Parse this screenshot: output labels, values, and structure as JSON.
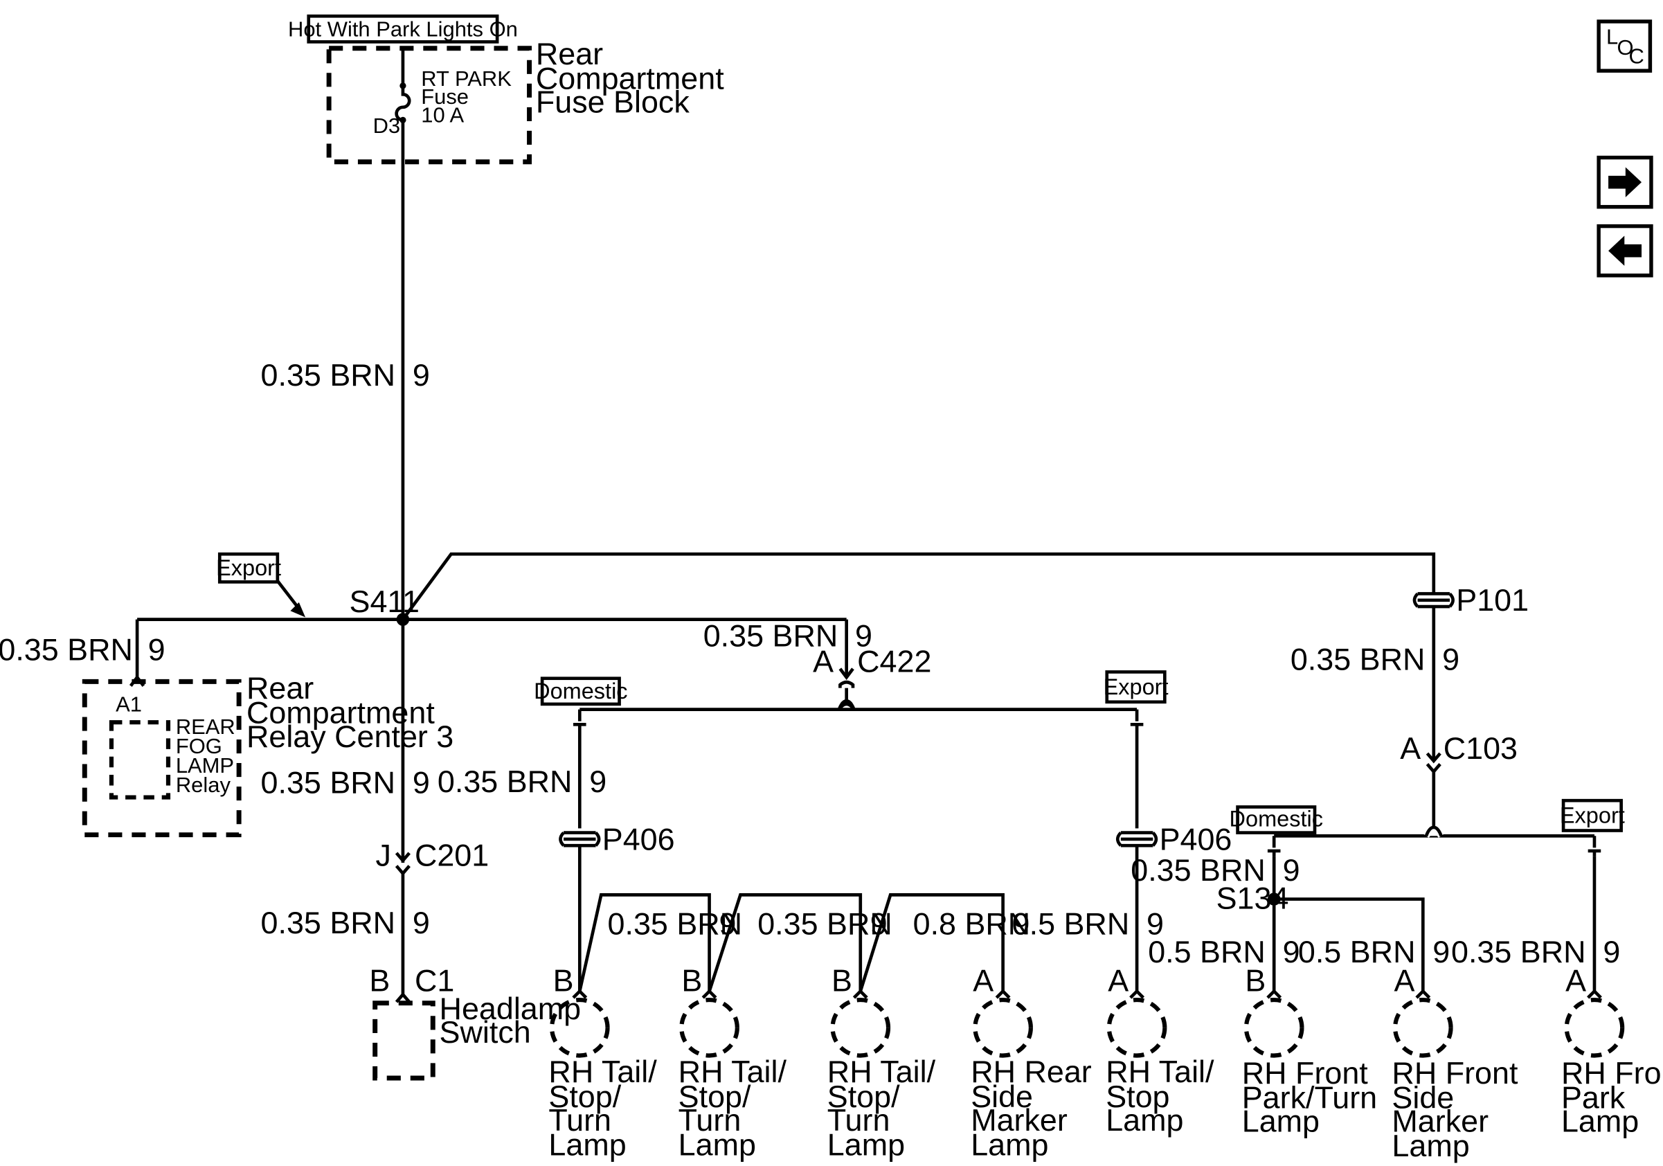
{
  "header": {
    "hot_tag": "Hot With Park Lights On",
    "fuse_block": [
      "Rear",
      "Compartment",
      "Fuse Block"
    ],
    "fuse": [
      "RT PARK",
      "Fuse",
      "10 A"
    ],
    "fuse_pin": "D3"
  },
  "nav": {
    "loc": [
      "L",
      "O",
      "C"
    ]
  },
  "tags": {
    "export": "Export",
    "domestic": "Domestic"
  },
  "wires": {
    "w035": "0.35 BRN",
    "w05": "0.5 BRN",
    "w08": "0.8 BRN",
    "circuit": "9"
  },
  "splices": {
    "s411": "S411",
    "s134": "S134"
  },
  "connectors": {
    "c422": "C422",
    "c201": "C201",
    "c1": "C1",
    "c103": "C103",
    "p101": "P101",
    "p406": "P406",
    "pin_a": "A",
    "pin_b": "B",
    "pin_j": "J",
    "pin_a1": "A1"
  },
  "relay_center": [
    "Rear",
    "Compartment",
    "Relay Center 3"
  ],
  "relay": [
    "REAR",
    "FOG",
    "LAMP",
    "Relay"
  ],
  "headlamp_switch": [
    "Headlamp",
    "Switch"
  ],
  "lamps": {
    "tail_stop_turn": [
      "RH Tail/",
      "Stop/",
      "Turn",
      "Lamp"
    ],
    "rear_side_marker": [
      "RH Rear",
      "Side",
      "Marker",
      "Lamp"
    ],
    "tail_stop": [
      "RH Tail/",
      "Stop",
      "Lamp"
    ],
    "front_park_turn": [
      "RH Front",
      "Park/Turn",
      "Lamp"
    ],
    "front_side_marker": [
      "RH Front",
      "Side",
      "Marker",
      "Lamp"
    ],
    "front_park": [
      "RH Front",
      "Park",
      "Lamp"
    ]
  }
}
